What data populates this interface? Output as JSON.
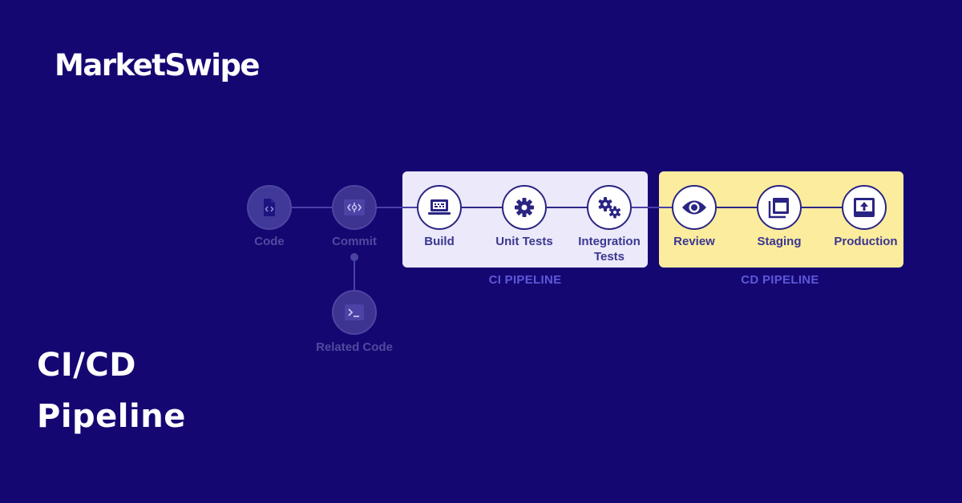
{
  "brand": {
    "name": "MarketSwipe"
  },
  "headline": {
    "line1": "CI/CD",
    "line2": "Pipeline"
  },
  "diagram": {
    "stages": {
      "code": "Code",
      "commit": "Commit",
      "related_code": "Related Code",
      "build": "Build",
      "unit_tests": "Unit Tests",
      "integration_tests_line1": "Integration",
      "integration_tests_line2": "Tests",
      "review": "Review",
      "staging": "Staging",
      "production": "Production"
    },
    "groups": {
      "ci": "CI PIPELINE",
      "cd": "CD PIPELINE"
    },
    "colors": {
      "background": "#150772",
      "ci_panel": "#ebe9fa",
      "cd_panel": "#fbec9e",
      "group_label": "#5d58d8"
    },
    "icons": {
      "code": "file-code-icon",
      "commit": "commit-icon",
      "related_code": "terminal-icon",
      "build": "laptop-icon",
      "unit_tests": "gear-icon",
      "integration_tests": "gears-icon",
      "review": "eye-icon",
      "staging": "window-stack-icon",
      "production": "upload-icon"
    }
  }
}
